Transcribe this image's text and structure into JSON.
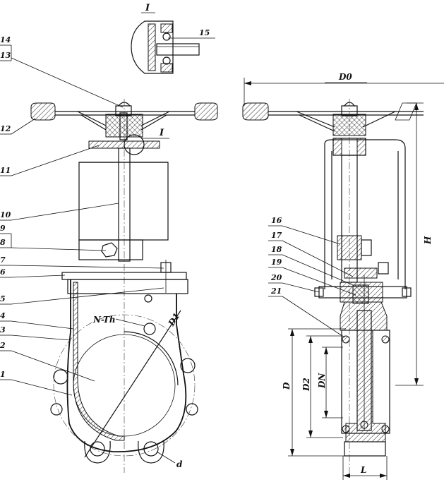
{
  "detail_title": "I",
  "left_view": {
    "part_numbers": [
      "14",
      "13",
      "12",
      "11",
      "10",
      "9",
      "8",
      "7",
      "6",
      "5",
      "4",
      "3",
      "2",
      "1"
    ],
    "detail_callout": "I",
    "thread_label": "N-Th",
    "diameter_label": "D1",
    "hole_label": "d"
  },
  "detail_view": {
    "part_number": "15"
  },
  "right_view": {
    "part_numbers": [
      "16",
      "17",
      "18",
      "19",
      "20",
      "21"
    ],
    "dimensions": {
      "handwheel": "D0",
      "height": "H",
      "flange_outer": "D",
      "bolt_circle": "D2",
      "nominal": "DN",
      "face_to_face": "L"
    }
  }
}
